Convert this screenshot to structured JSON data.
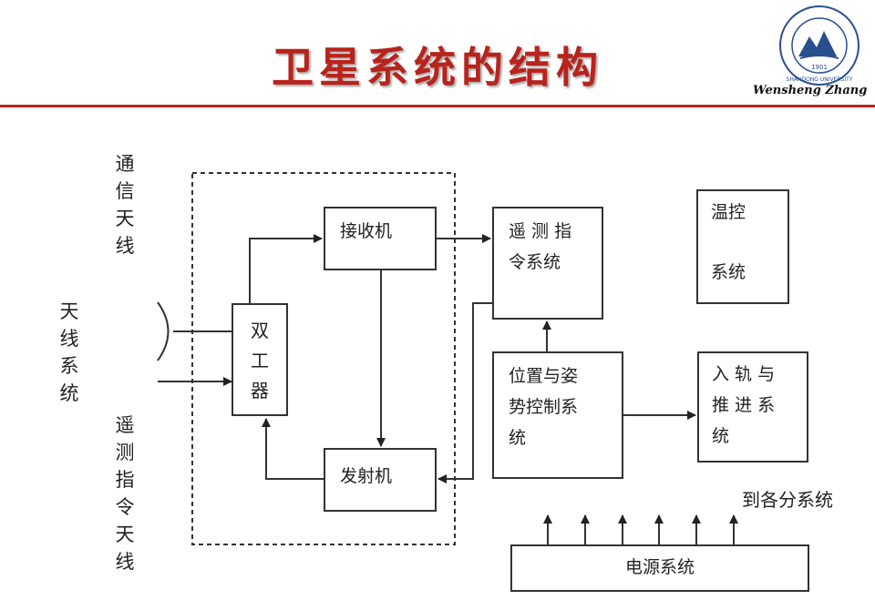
{
  "title": "卫星系统的结构",
  "author": "Wensheng Zhang",
  "logo": {
    "year": "1901",
    "university": "SHANDONG UNIVERSITY"
  },
  "labels": {
    "antenna_system": "天线系统",
    "comm_antenna": "通信天线",
    "telecommand_antenna": "遥测指令天线",
    "to_subsystems": "到各分系统"
  },
  "blocks": {
    "duplexer": "双工器",
    "receiver": "接收机",
    "transmitter": "发射机",
    "telecommand_line1": "遥 测 指",
    "telecommand_line2": "令系统",
    "attitude_line1": "位置与姿",
    "attitude_line2": "势控制系",
    "attitude_line3": "统",
    "thermal_line1": "温控",
    "thermal_line2": "系统",
    "orbit_line1": "入 轨 与",
    "orbit_line2": "推 进 系",
    "orbit_line3": "统",
    "power": "电源系统"
  },
  "colors": {
    "accent": "#b8231c",
    "line": "#333333"
  }
}
